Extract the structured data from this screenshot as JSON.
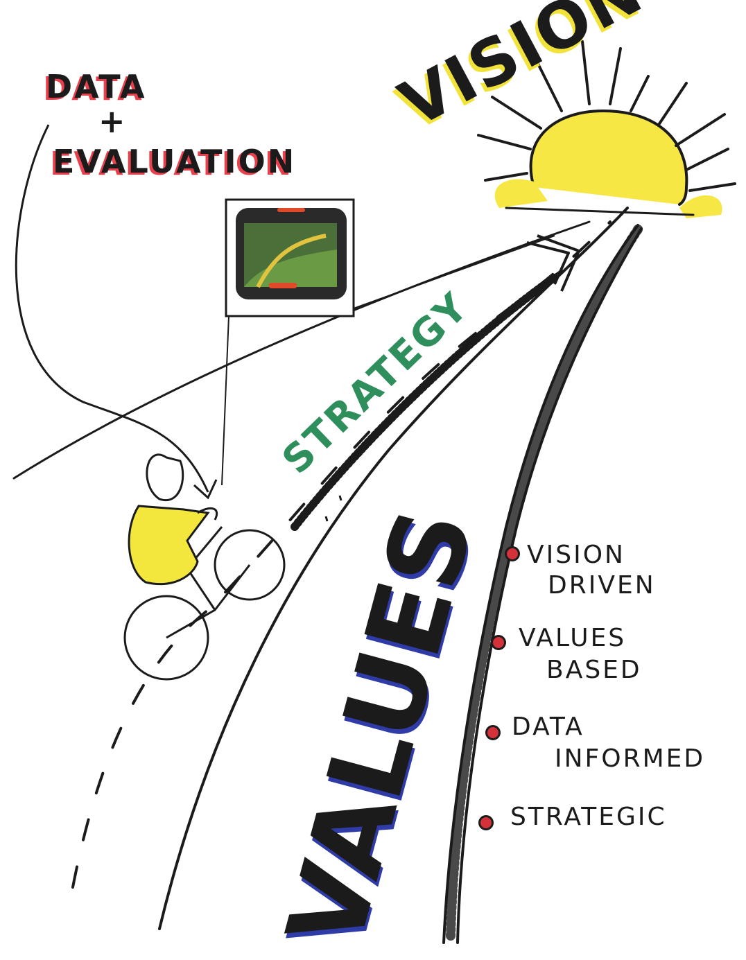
{
  "labels": {
    "vision": "VISION",
    "data": "DATA",
    "plus": "+",
    "evaluation": "EVALUATION",
    "strategy": "STRATEGY",
    "values": "VALUES"
  },
  "bullets": [
    {
      "lines": [
        "VISION",
        "DRIVEN"
      ]
    },
    {
      "lines": [
        "VALUES",
        "BASED"
      ]
    },
    {
      "lines": [
        "DATA",
        "INFORMED"
      ]
    },
    {
      "lines": [
        "STRATEGIC"
      ]
    }
  ],
  "colors": {
    "ink": "#1b1b1b",
    "sun": "#f6e745",
    "red_accent": "#e8404c",
    "blue_accent": "#2f3ca8",
    "green_accent": "#2f8f5c",
    "rider_shirt": "#f3e63c",
    "gps_screen": "#3f7a3a"
  },
  "icons": [
    "sun-icon",
    "gps-device-icon",
    "cyclist-icon",
    "arrow-icon"
  ]
}
